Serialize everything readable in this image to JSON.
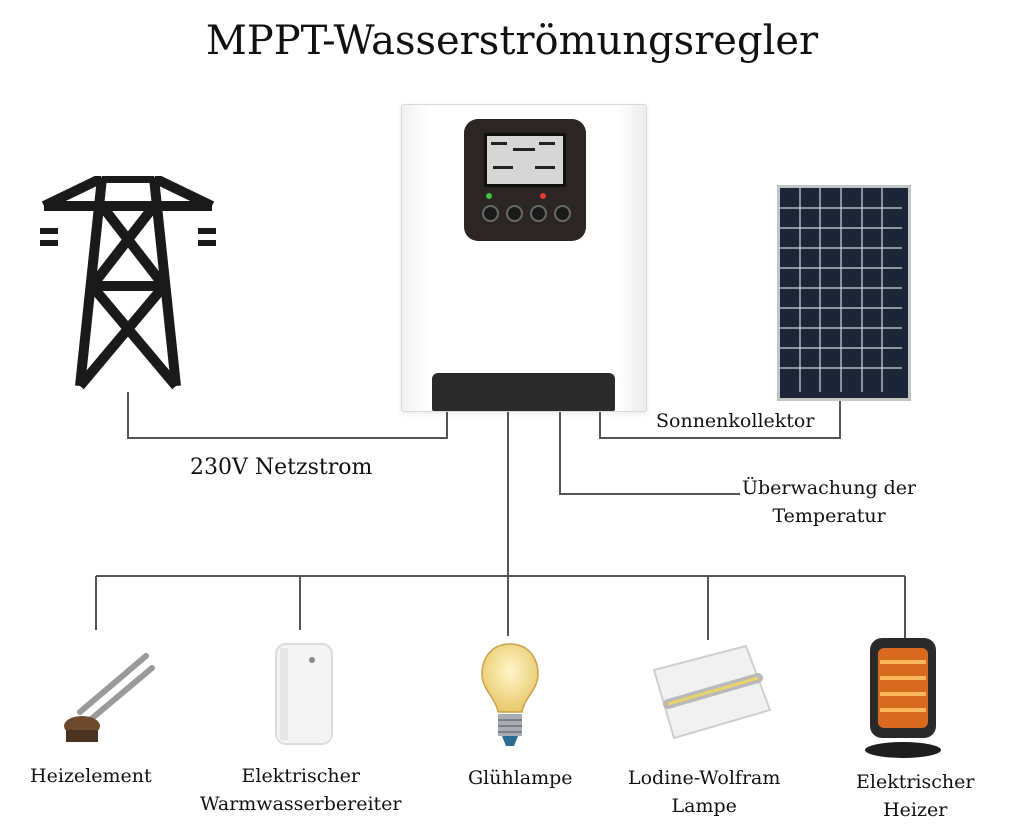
{
  "title": "MPPT-Wasserströmungsregler",
  "sources": {
    "grid_label": "230V Netzstrom",
    "solar_label": "Sonnenkollektor",
    "temperature_label_line1": "Überwachung der",
    "temperature_label_line2": "Temperatur"
  },
  "loads": [
    {
      "line1": "Heizelement",
      "line2": ""
    },
    {
      "line1": "Elektrischer",
      "line2": "Warmwasserbereiter"
    },
    {
      "line1": "Glühlampe",
      "line2": ""
    },
    {
      "line1": "Lodine-Wolfram",
      "line2": "Lampe"
    },
    {
      "line1": "Elektrischer",
      "line2": "Heizer"
    }
  ],
  "colors": {
    "wire": "#555555",
    "controller_panel": "#2b2523",
    "solar_cell": "#1c2638"
  }
}
